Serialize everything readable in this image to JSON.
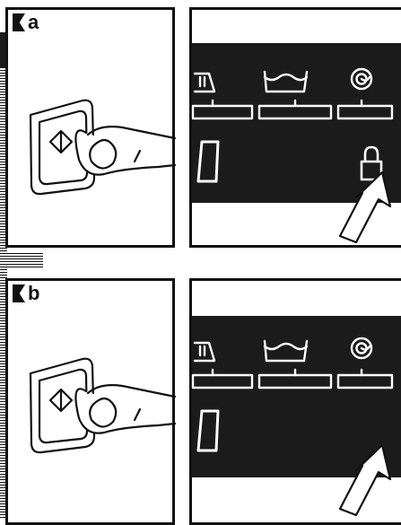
{
  "panels": [
    {
      "label": "a",
      "shows_lock": true
    },
    {
      "label": "b",
      "shows_lock": false
    }
  ],
  "display": {
    "digit": "0",
    "icons": [
      "prewash-icon",
      "wash-tub-icon",
      "spin-icon"
    ],
    "lock_icon": "padlock-icon"
  },
  "colors": {
    "display_background": "#1b1b1b",
    "display_foreground": "#ffffff",
    "line_art": "#111111"
  }
}
